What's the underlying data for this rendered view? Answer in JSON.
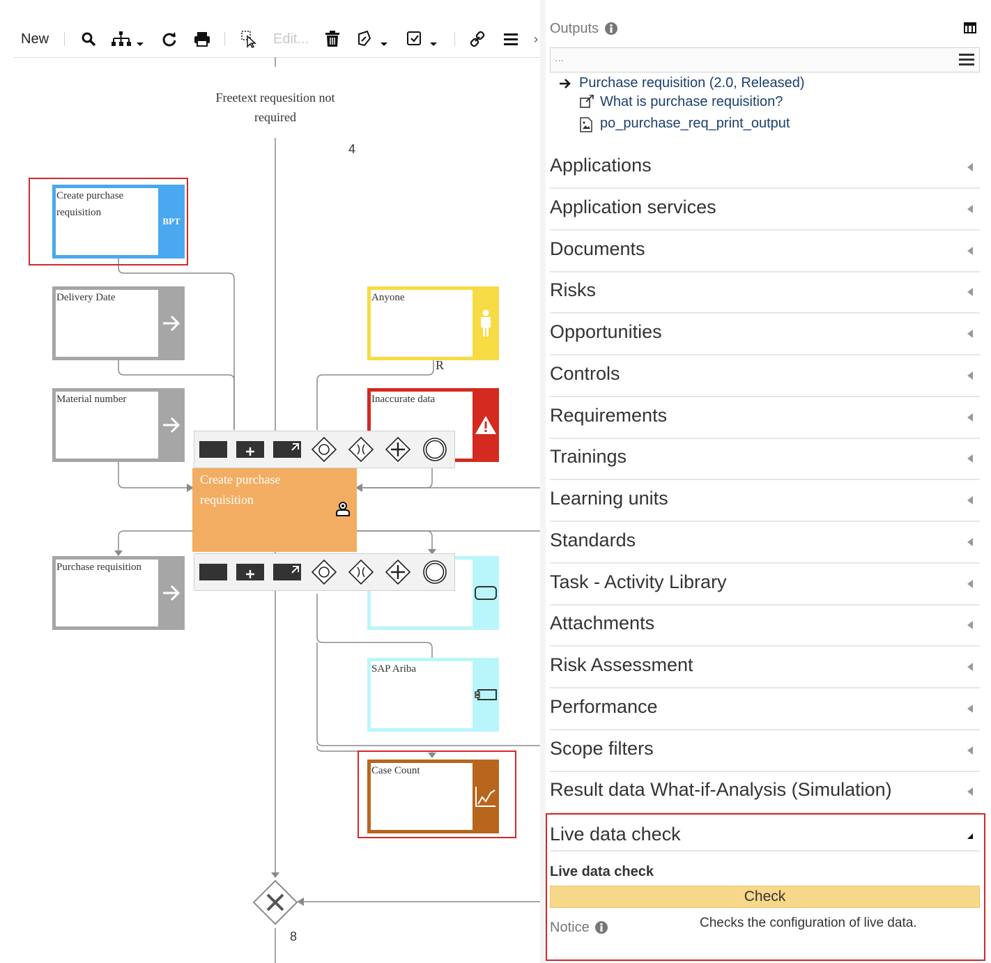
{
  "toolbar": {
    "new_label": "New",
    "edit_label": "Edit..."
  },
  "diagram": {
    "flow_label_top": "Freetext requesition not required",
    "num_top": "4",
    "num_bottom": "8",
    "r_label": "R",
    "objects": {
      "create_pr_top": "Create purchase requisition",
      "bpt_label": "BPT",
      "delivery_date": "Delivery Date",
      "material_number": "Material number",
      "purchase_requisition": "Purchase requisition",
      "anyone": "Anyone",
      "inaccurate_data": "Inaccurate data",
      "create_pr_task": "Create purchase requisition",
      "sap_ariba": "SAP Ariba",
      "case_count": "Case Count"
    },
    "colors": {
      "blue": "#4aa8f0",
      "gray": "#a6a6a6",
      "yellow": "#f7db44",
      "red": "#d42a1f",
      "orange": "#f3ad62",
      "cyan": "#b9f6fb",
      "brown": "#b8661e",
      "highlight": "#d0282c"
    }
  },
  "panel": {
    "outputs_label": "Outputs",
    "filter_placeholder": "...",
    "tree": {
      "root": "Purchase requisition (2.0, Released)",
      "child1": "What is purchase requisition?",
      "child2": "po_purchase_req_print_output"
    },
    "sections": [
      "Applications",
      "Application services",
      "Documents",
      "Risks",
      "Opportunities",
      "Controls",
      "Requirements",
      "Trainings",
      "Learning units",
      "Standards",
      "Task - Activity Library",
      "Attachments",
      "Risk Assessment",
      "Performance",
      "Scope filters",
      "Result data What-if-Analysis (Simulation)"
    ],
    "live": {
      "title": "Live data check",
      "subtitle": "Live data check",
      "check_label": "Check",
      "notice_label": "Notice",
      "notice_text": "Checks the configuration of live data."
    }
  }
}
